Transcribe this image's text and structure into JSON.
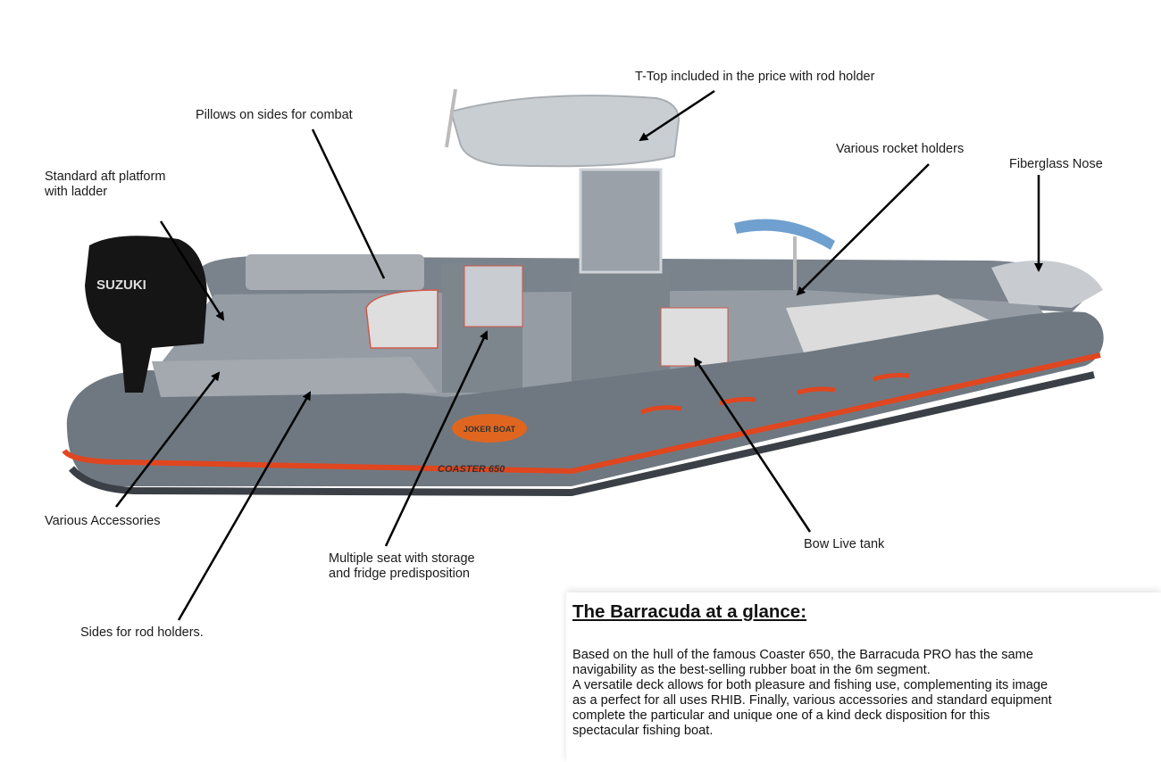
{
  "annotations": {
    "t_top": "T-Top included in the price with rod holder",
    "pillows": "Pillows on sides for combat",
    "aft_platform_line1": "Standard aft platform",
    "aft_platform_line2": "with ladder",
    "rocket_holders": "Various rocket holders",
    "fiberglass_nose": "Fiberglass Nose",
    "accessories": "Various Accessories",
    "rod_holders": "Sides for rod holders.",
    "multiple_seat_line1": "Multiple seat with storage",
    "multiple_seat_line2": "and fridge predisposition",
    "bow_live_tank": "Bow Live tank"
  },
  "boat_branding": {
    "engine_logo": "SUZUKI",
    "hull_model": "COASTER 650",
    "hull_logo": "JOKER BOAT"
  },
  "info_box": {
    "title": "The Barracuda at a glance:",
    "line1": "Based on the hull of the famous Coaster 650, the Barracuda PRO has the same",
    "line2": "navigability as the best-selling rubber boat in the 6m segment.",
    "line3": "A versatile deck allows for both pleasure and fishing use, complementing its image",
    "line4": "as a perfect for all uses RHIB. Finally, various accessories and standard equipment",
    "line5": "complete the particular and unique one of a kind deck disposition for this",
    "line6": "spectacular fishing boat."
  },
  "colors": {
    "hull_gray": "#6f7881",
    "stripe_red": "#e0461f",
    "deck_gray": "#8f969d"
  }
}
